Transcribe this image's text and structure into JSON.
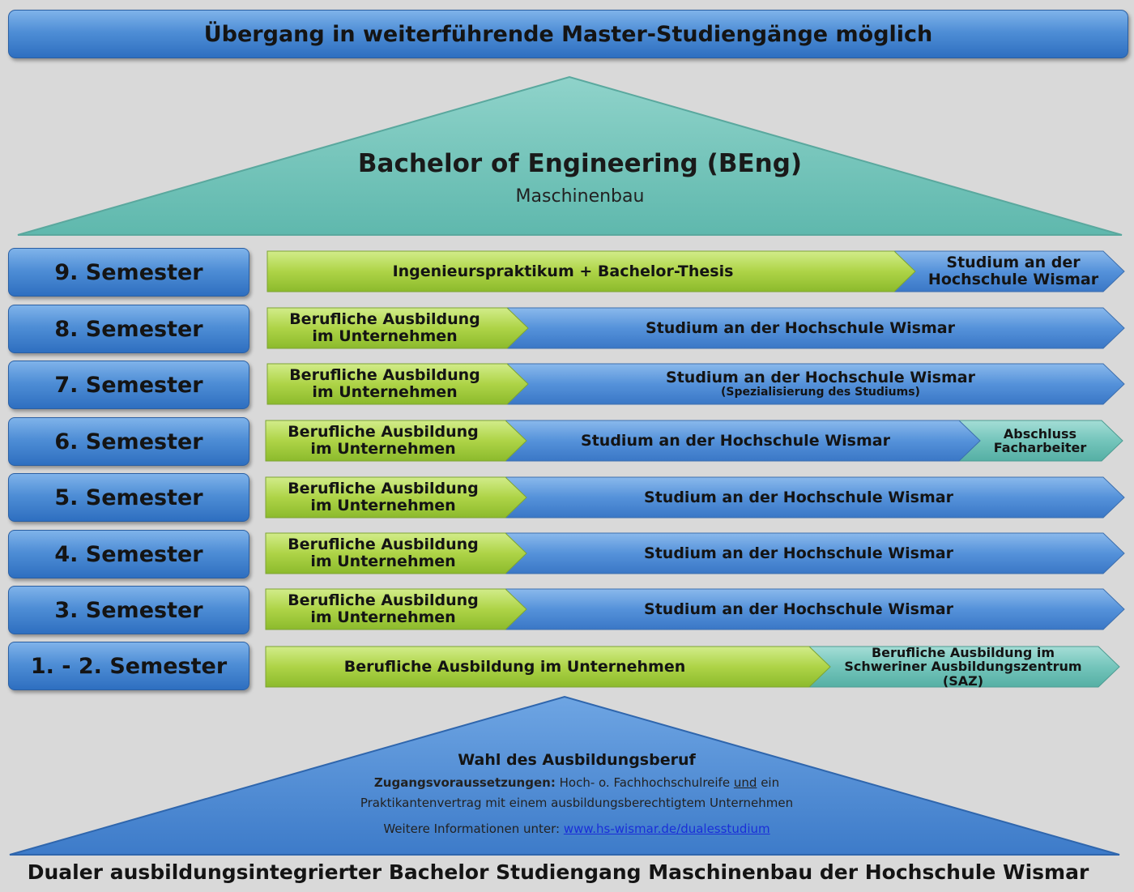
{
  "banner": {
    "text": "Übergang in weiterführende Master-Studiengänge möglich"
  },
  "roof": {
    "title": "Bachelor of Engineering (BEng)",
    "subtitle": "Maschinenbau"
  },
  "semesters": [
    {
      "label": "9. Semester",
      "green": "Ingenieurspraktikum + Bachelor-Thesis",
      "blue": "",
      "end": [
        "Studium an der",
        "Hochschule Wismar"
      ],
      "end_note": ""
    },
    {
      "label": "8. Semester",
      "green": [
        "Berufliche Ausbildung",
        "im Unternehmen"
      ],
      "blue": "Studium an der Hochschule Wismar"
    },
    {
      "label": "7. Semester",
      "green": [
        "Berufliche Ausbildung",
        "im Unternehmen"
      ],
      "blue": "Studium an der Hochschule Wismar",
      "blue_note": "(Spezialisierung des Studiums)"
    },
    {
      "label": "6. Semester",
      "green": [
        "Berufliche Ausbildung",
        "im Unternehmen"
      ],
      "blue": "Studium an der Hochschule Wismar",
      "end": [
        "Abschluss",
        "Facharbeiter"
      ]
    },
    {
      "label": "5. Semester",
      "green": [
        "Berufliche Ausbildung",
        "im Unternehmen"
      ],
      "blue": "Studium an der Hochschule Wismar"
    },
    {
      "label": "4. Semester",
      "green": [
        "Berufliche Ausbildung",
        "im Unternehmen"
      ],
      "blue": "Studium an der Hochschule Wismar"
    },
    {
      "label": "3. Semester",
      "green": [
        "Berufliche Ausbildung",
        "im Unternehmen"
      ],
      "blue": "Studium an der Hochschule Wismar"
    },
    {
      "label": "1. - 2. Semester",
      "green": "Berufliche Ausbildung im Unternehmen",
      "end": [
        "Berufliche Ausbildung im",
        "Schweriner Ausbildungszentrum (SAZ)"
      ]
    }
  ],
  "base": {
    "title": "Wahl des Ausbildungsberuf",
    "req_label": "Zugangsvoraussetzungen:",
    "req_text_1": "Hoch- o. Fachhochschulreife",
    "req_und": "und",
    "req_text_2": "ein",
    "req_line2": "Praktikantenvertrag mit einem ausbildungsberechtigtem Unternehmen",
    "info_label": "Weitere Informationen unter:",
    "info_link": "www.hs-wismar.de/dualesstudium"
  },
  "footer": {
    "text": "Dualer ausbildungsintegrierter Bachelor Studiengang Maschinenbau der Hochschule Wismar"
  },
  "colors": {
    "blue": "#4a86d3",
    "green": "#a6cf3c",
    "teal": "#6fc3b8",
    "background": "#d9d9d9"
  }
}
